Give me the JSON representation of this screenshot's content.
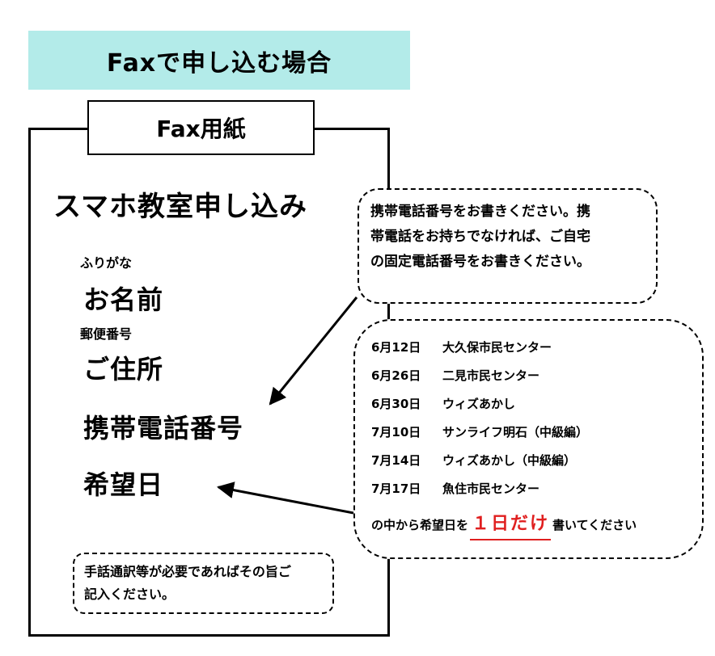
{
  "banner": {
    "title": "Faxで申し込む場合"
  },
  "tab": {
    "label": "Fax用紙"
  },
  "form": {
    "title": "スマホ教室申し込み",
    "furigana": "ふりがな",
    "name": "お名前",
    "postal_code": "郵便番号",
    "address": "ご住所",
    "phone": "携帯電話番号",
    "preferred_date": "希望日"
  },
  "phone_note": {
    "lines": [
      "携帯電話番号をお書きください。携",
      "帯電話をお持ちでなければ、ご自宅",
      "の固定電話番号をお書きください。"
    ]
  },
  "dates_note": {
    "dates": [
      {
        "day": "6月12日",
        "venue": "大久保市民センター"
      },
      {
        "day": "6月26日",
        "venue": "二見市民センター"
      },
      {
        "day": "6月30日",
        "venue": "ウィズあかし"
      },
      {
        "day": "7月10日",
        "venue": "サンライフ明石（中級編）"
      },
      {
        "day": "7月14日",
        "venue": "ウィズあかし（中級編）"
      },
      {
        "day": "7月17日",
        "venue": "魚住市民センター"
      }
    ],
    "prefix": "の中から希望日を",
    "highlight": "１日だけ",
    "suffix": "書いてください",
    "highlight_color": "#e01f1f"
  },
  "interpreter_note": {
    "lines": [
      "手話通訳等が必要であればその旨ご",
      "記入ください。"
    ]
  },
  "colors": {
    "banner_bg": "#b3ebe9"
  }
}
